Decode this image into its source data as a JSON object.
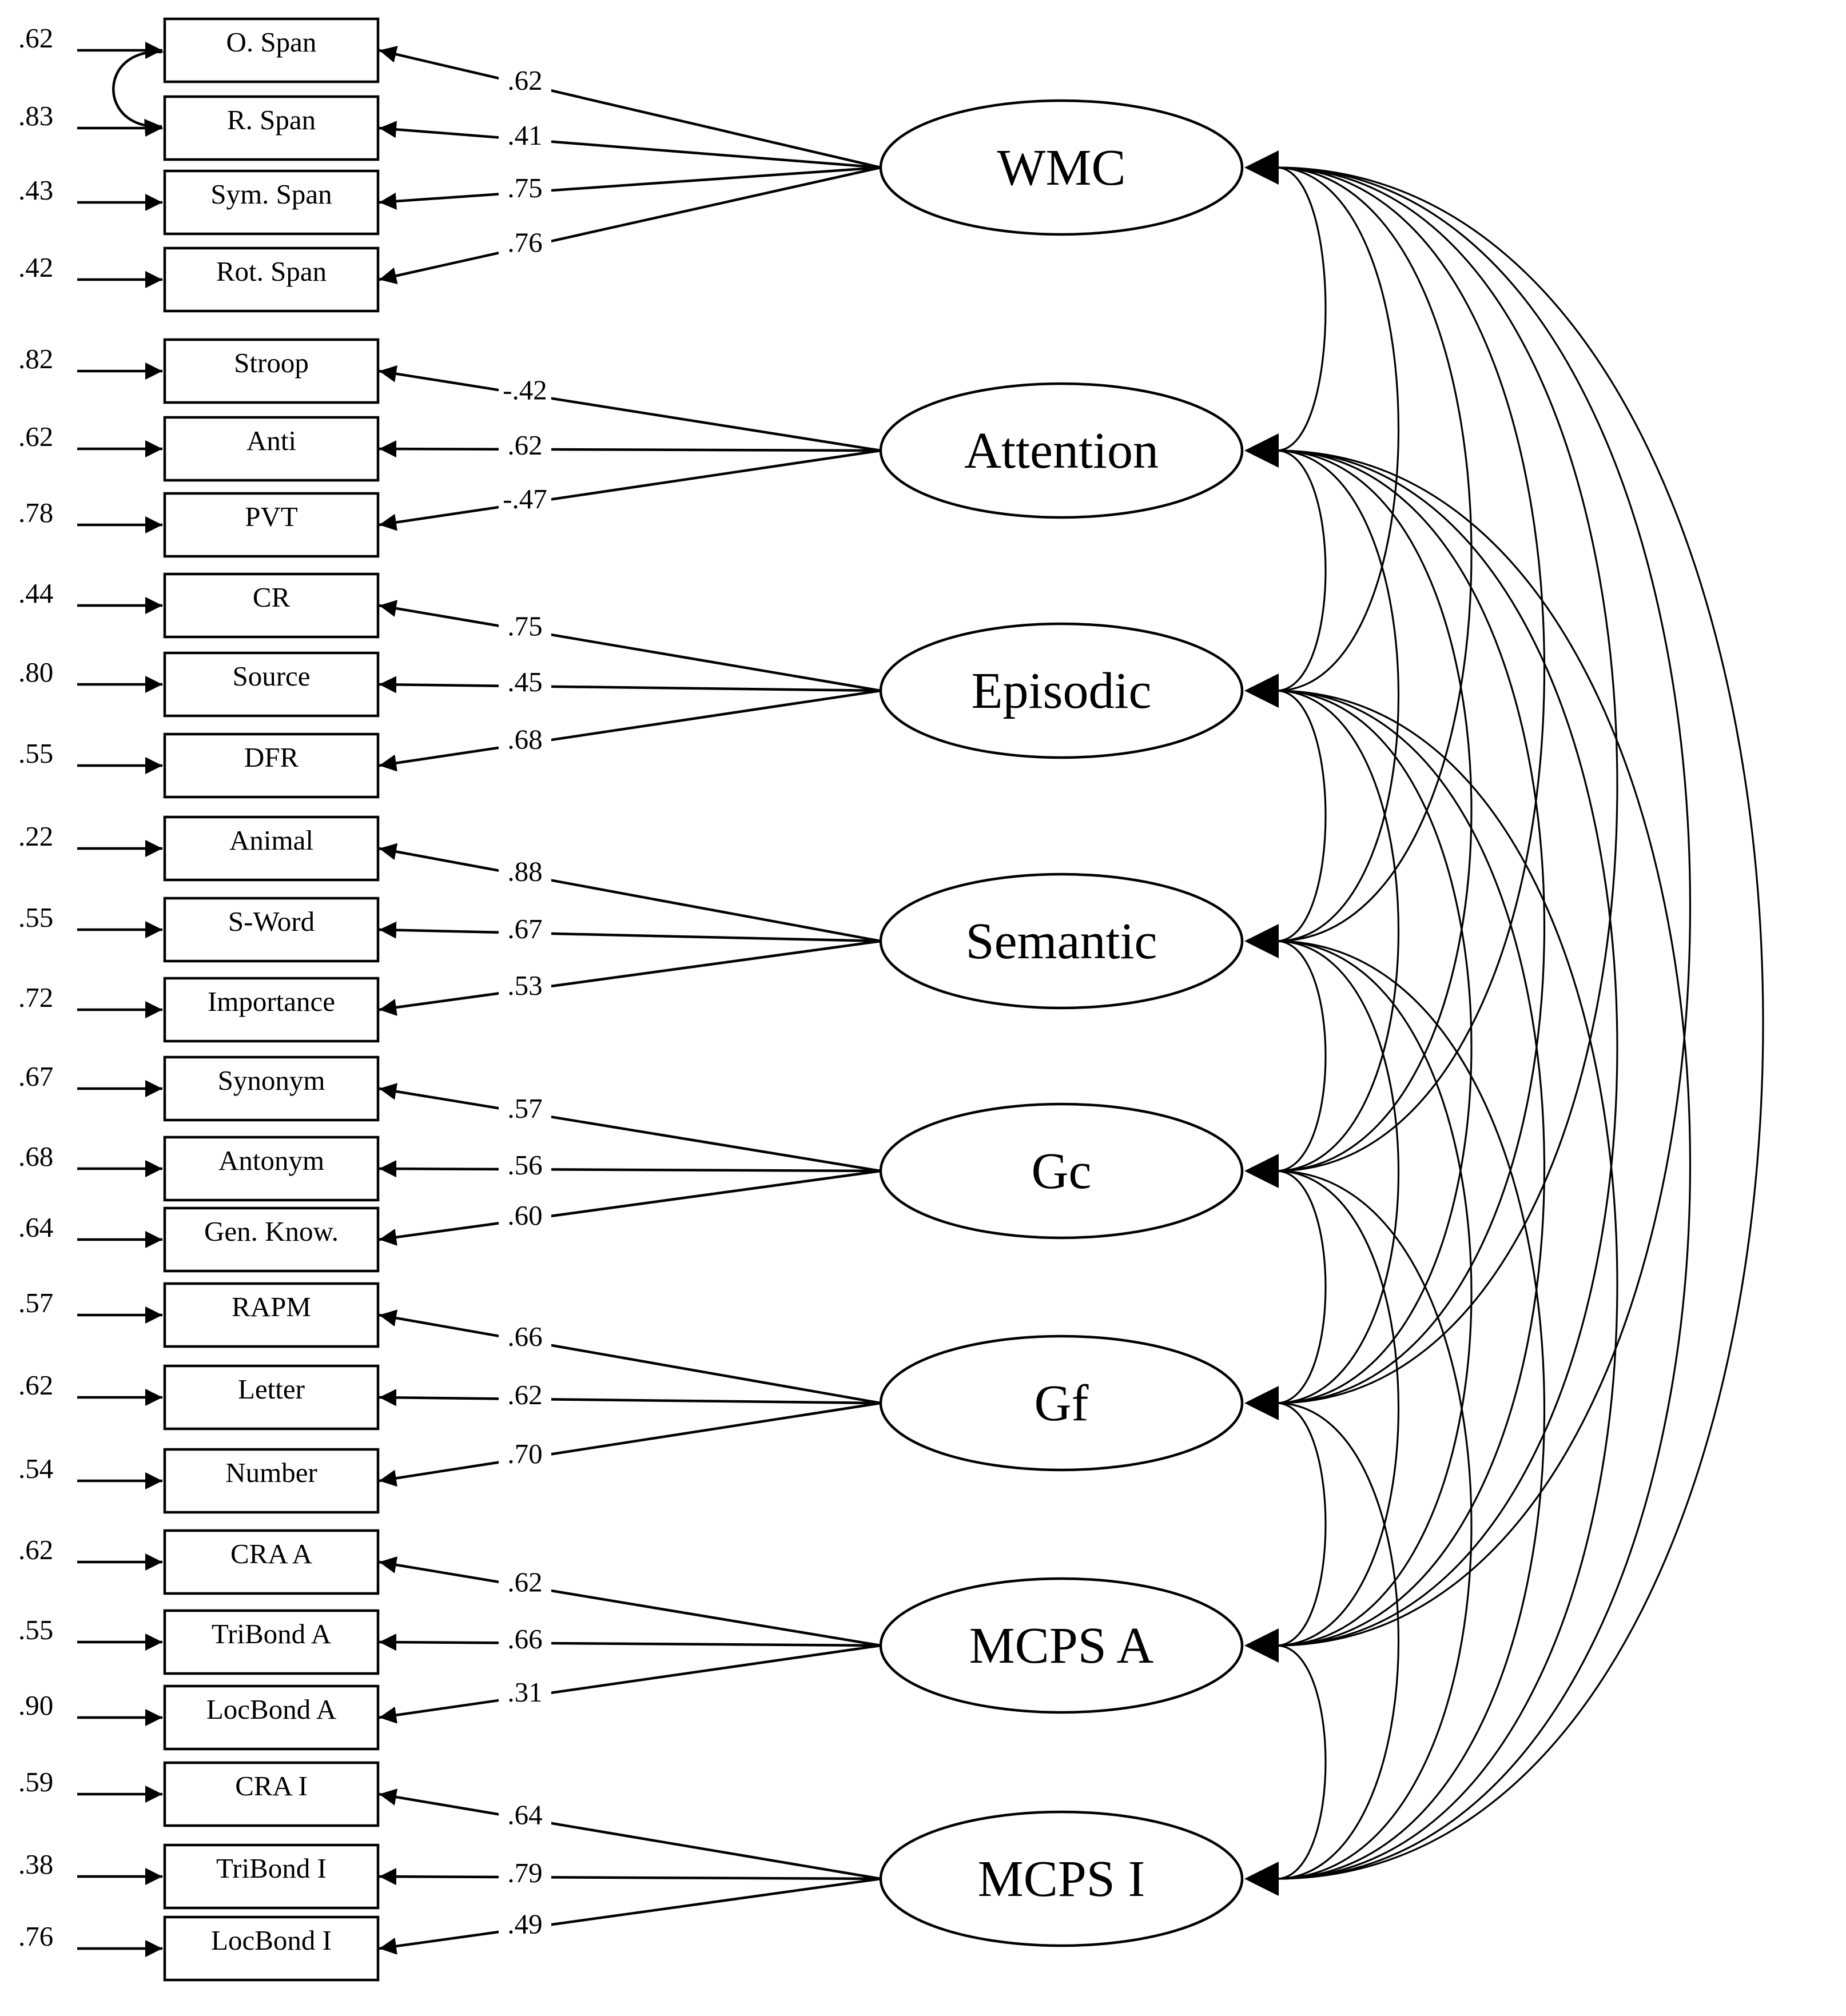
{
  "factors": [
    {
      "name": "WMC",
      "indicators": [
        {
          "label": "O. Span",
          "loading": ".62",
          "error": ".62"
        },
        {
          "label": "R. Span",
          "loading": ".41",
          "error": ".83"
        },
        {
          "label": "Sym. Span",
          "loading": ".75",
          "error": ".43"
        },
        {
          "label": "Rot. Span",
          "loading": ".76",
          "error": ".42"
        }
      ]
    },
    {
      "name": "Attention",
      "indicators": [
        {
          "label": "Stroop",
          "loading": "-.42",
          "error": ".82"
        },
        {
          "label": "Anti",
          "loading": ".62",
          "error": ".62"
        },
        {
          "label": "PVT",
          "loading": "-.47",
          "error": ".78"
        }
      ]
    },
    {
      "name": "Episodic",
      "indicators": [
        {
          "label": "CR",
          "loading": ".75",
          "error": ".44"
        },
        {
          "label": "Source",
          "loading": ".45",
          "error": ".80"
        },
        {
          "label": "DFR",
          "loading": ".68",
          "error": ".55"
        }
      ]
    },
    {
      "name": "Semantic",
      "indicators": [
        {
          "label": "Animal",
          "loading": ".88",
          "error": ".22"
        },
        {
          "label": "S-Word",
          "loading": ".67",
          "error": ".55"
        },
        {
          "label": "Importance",
          "loading": ".53",
          "error": ".72"
        }
      ]
    },
    {
      "name": "Gc",
      "indicators": [
        {
          "label": "Synonym",
          "loading": ".57",
          "error": ".67"
        },
        {
          "label": "Antonym",
          "loading": ".56",
          "error": ".68"
        },
        {
          "label": "Gen. Know.",
          "loading": ".60",
          "error": ".64"
        }
      ]
    },
    {
      "name": "Gf",
      "indicators": [
        {
          "label": "RAPM",
          "loading": ".66",
          "error": ".57"
        },
        {
          "label": "Letter",
          "loading": ".62",
          "error": ".62"
        },
        {
          "label": "Number",
          "loading": ".70",
          "error": ".54"
        }
      ]
    },
    {
      "name": "MCPS A",
      "indicators": [
        {
          "label": "CRA A",
          "loading": ".62",
          "error": ".62"
        },
        {
          "label": "TriBond A",
          "loading": ".66",
          "error": ".55"
        },
        {
          "label": "LocBond A",
          "loading": ".31",
          "error": ".90"
        }
      ]
    },
    {
      "name": "MCPS I",
      "indicators": [
        {
          "label": "CRA I",
          "loading": ".64",
          "error": ".59"
        },
        {
          "label": "TriBond I",
          "loading": ".79",
          "error": ".38"
        },
        {
          "label": "LocBond I",
          "loading": ".49",
          "error": ".76"
        }
      ]
    }
  ],
  "residual_covariances": [
    {
      "from": "O. Span",
      "to": "R. Span"
    }
  ],
  "factor_correlations": "all pairs"
}
